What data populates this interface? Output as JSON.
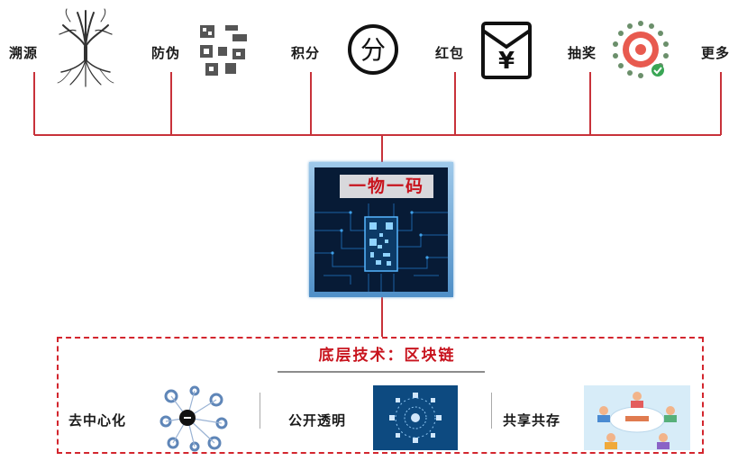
{
  "features": [
    {
      "label": "溯源",
      "icon": "tree-roots-icon"
    },
    {
      "label": "防伪",
      "icon": "qr-code-fragments-icon"
    },
    {
      "label": "积分",
      "icon": "points-circle-icon",
      "icon_text": "分"
    },
    {
      "label": "红包",
      "icon": "red-envelope-icon",
      "icon_text": "¥"
    },
    {
      "label": "抽奖",
      "icon": "lottery-qr-icon"
    },
    {
      "label": "更多",
      "icon": ""
    }
  ],
  "center": {
    "title": "一物一码",
    "icon": "circuit-chip-qr-icon"
  },
  "tech": {
    "title": "底层技术：区块链",
    "items": [
      {
        "label": "去中心化",
        "icon": "decentralized-gears-icon"
      },
      {
        "label": "公开透明",
        "icon": "transparent-network-icon"
      },
      {
        "label": "共享共存",
        "icon": "shared-people-icon"
      }
    ]
  },
  "colors": {
    "line": "#c8323a",
    "accent": "#c8141e",
    "dash": "#d3262e"
  }
}
